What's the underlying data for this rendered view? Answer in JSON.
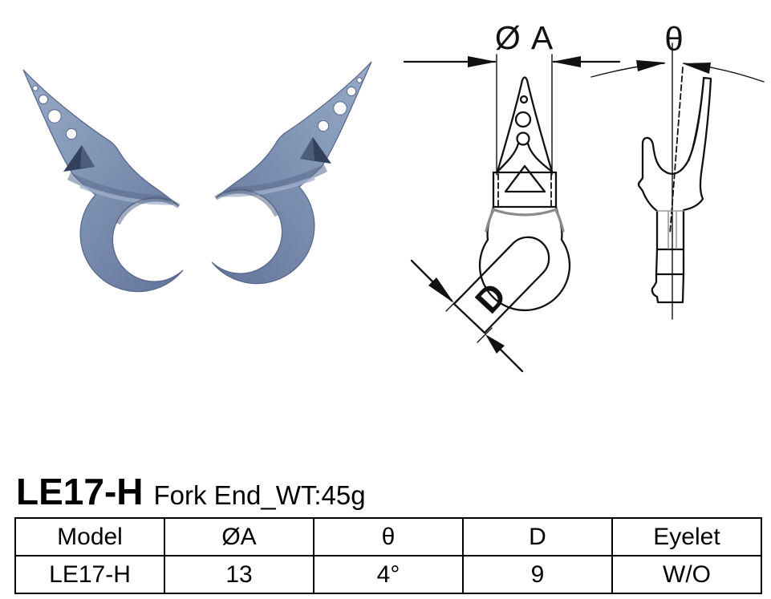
{
  "product": {
    "model": "LE17-H",
    "description": "Fork End_WT:45g"
  },
  "drawing": {
    "dim_a_label": "Ø A",
    "dim_theta_label": "θ",
    "dim_d_label": "D"
  },
  "photo": {
    "subject": "pair of steel-blue fork end parts, mirrored left and right",
    "part_color": "#8094b4"
  },
  "table": {
    "headers": [
      "Model",
      "ØA",
      "θ",
      "D",
      "Eyelet"
    ],
    "rows": [
      [
        "LE17-H",
        "13",
        "4°",
        "9",
        "W/O"
      ]
    ]
  }
}
